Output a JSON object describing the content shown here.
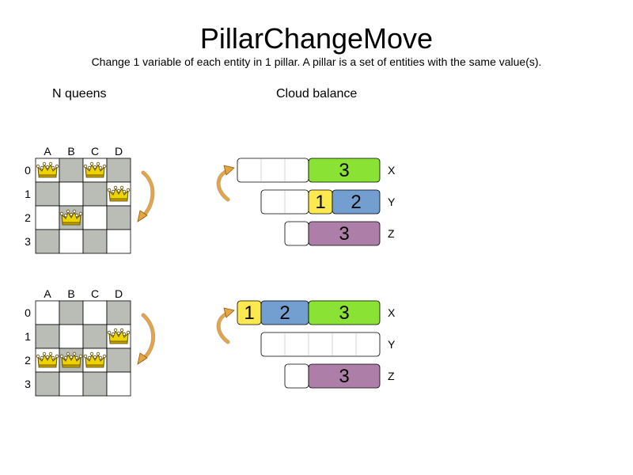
{
  "title": "PillarChangeMove",
  "subtitle": "Change 1 variable of each entity in 1 pillar. A pillar is a set of entities with the same value(s).",
  "sections": {
    "nqueens": "N queens",
    "cloud": "Cloud balance"
  },
  "board": {
    "columns": [
      "A",
      "B",
      "C",
      "D"
    ],
    "rows": [
      "0",
      "1",
      "2",
      "3"
    ]
  },
  "colors": {
    "dark_cell": "#babdb6",
    "light_cell": "#ffffff",
    "arrow": "#e6a445",
    "process_1": "#fce94f",
    "process_2": "#729fcf",
    "process_3": "#8ae234",
    "process_3_purple": "#ad7fa8"
  },
  "nqueens_before": {
    "queens": [
      [
        0,
        0
      ],
      [
        1,
        2
      ],
      [
        2,
        0
      ],
      [
        3,
        1
      ]
    ]
  },
  "nqueens_after": {
    "queens": [
      [
        0,
        2
      ],
      [
        1,
        2
      ],
      [
        2,
        2
      ],
      [
        3,
        1
      ]
    ]
  },
  "cloud_before": {
    "computers": [
      {
        "label": "X",
        "empty_slots": 3,
        "processes": [
          {
            "text": "3",
            "size": 3,
            "color": "process_3"
          }
        ]
      },
      {
        "label": "Y",
        "empty_slots": 2,
        "processes": [
          {
            "text": "1",
            "size": 1,
            "color": "process_1"
          },
          {
            "text": "2",
            "size": 2,
            "color": "process_2"
          }
        ]
      },
      {
        "label": "Z",
        "empty_slots": 1,
        "processes": [
          {
            "text": "3",
            "size": 3,
            "color": "process_3_purple"
          }
        ]
      }
    ]
  },
  "cloud_after": {
    "computers": [
      {
        "label": "X",
        "empty_slots": 0,
        "processes": [
          {
            "text": "1",
            "size": 1,
            "color": "process_1"
          },
          {
            "text": "2",
            "size": 2,
            "color": "process_2"
          },
          {
            "text": "3",
            "size": 3,
            "color": "process_3"
          }
        ]
      },
      {
        "label": "Y",
        "empty_slots": 5,
        "processes": []
      },
      {
        "label": "Z",
        "empty_slots": 1,
        "processes": [
          {
            "text": "3",
            "size": 3,
            "color": "process_3_purple"
          }
        ]
      }
    ]
  }
}
